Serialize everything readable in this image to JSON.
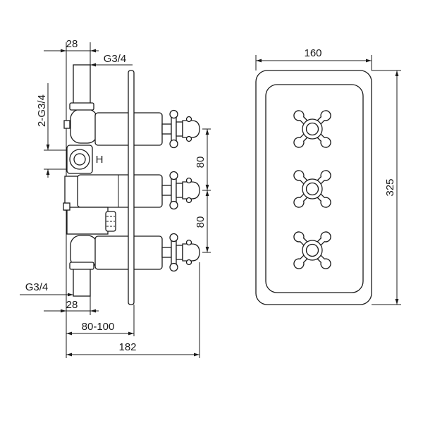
{
  "colors": {
    "line": "#1a1a1a",
    "background": "#ffffff"
  },
  "side_view": {
    "top_outlet_width": "28",
    "top_outlet_thread": "G3/4",
    "inlet_thread": "2-G3/4",
    "hot_inlet_mark": "H",
    "handle_spacing_upper": "80",
    "handle_spacing_lower": "80",
    "bottom_outlet_thread": "G3/4",
    "bottom_outlet_width": "28",
    "wall_depth_range": "80-100",
    "overall_depth": "182"
  },
  "front_view": {
    "plate_width": "160",
    "plate_height": "325"
  }
}
